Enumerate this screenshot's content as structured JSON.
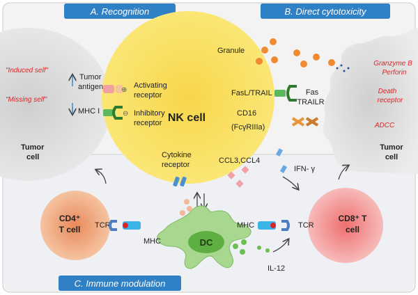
{
  "sections": {
    "recognition": "A. Recognition",
    "cytotoxicity": "B. Direct cytotoxicity",
    "modulation": "C. Immune modulation"
  },
  "labels": {
    "induced_self": "\"Induced self\"",
    "missing_self": "\"Missing self\"",
    "tumor_antigen_1": "Tumor",
    "tumor_antigen_2": "antigen",
    "mhc_i": "MHC I",
    "activating_1": "Activating",
    "activating_2": "receptor",
    "inhibitory_1": "Inhibitory",
    "inhibitory_2": "receptor",
    "plus": "⊕",
    "minus": "⊖",
    "tumor_cell_left_1": "Tumor",
    "tumor_cell_left_2": "cell",
    "granule": "Granule",
    "fasl_trail": "FasL/TRAIL",
    "fas": "Fas",
    "trailr": "TRAILR",
    "cd16": "CD16",
    "fcgriiia": "(FcγRIIIa)",
    "nk_cell": "NK cell",
    "granzyme": "Granzyme B",
    "perforin": "Perforin",
    "death_1": "Death",
    "death_2": "receptor",
    "adcc": "ADCC",
    "tumor_cell_right_1": "Tumor",
    "tumor_cell_right_2": "cell",
    "cytokine_1": "Cytokine",
    "cytokine_2": "receptor",
    "ccl": "CCL3,CCL4",
    "ifn": "IFN- γ",
    "cd4_1": "CD4⁺",
    "cd4_2": "T cell",
    "tcr_left": "TCR",
    "mhc_left": "MHC",
    "dc": "DC",
    "mhc_right": "MHC",
    "tcr_right": "TCR",
    "cd8_1": "CD8⁺ T",
    "cd8_2": "cell",
    "il12": "IL-12"
  },
  "colors": {
    "nk_fill": "#fbe36a",
    "nk_inner": "#f6d23a",
    "tumor_fill": "#e2e2e2",
    "cd4_fill": "#f2b38a",
    "cd8_fill": "#f5a3a3",
    "dc_fill": "#a8d890",
    "banner": "#2f80c5",
    "red_text": "#d9262a",
    "granule": "#f08a32"
  }
}
